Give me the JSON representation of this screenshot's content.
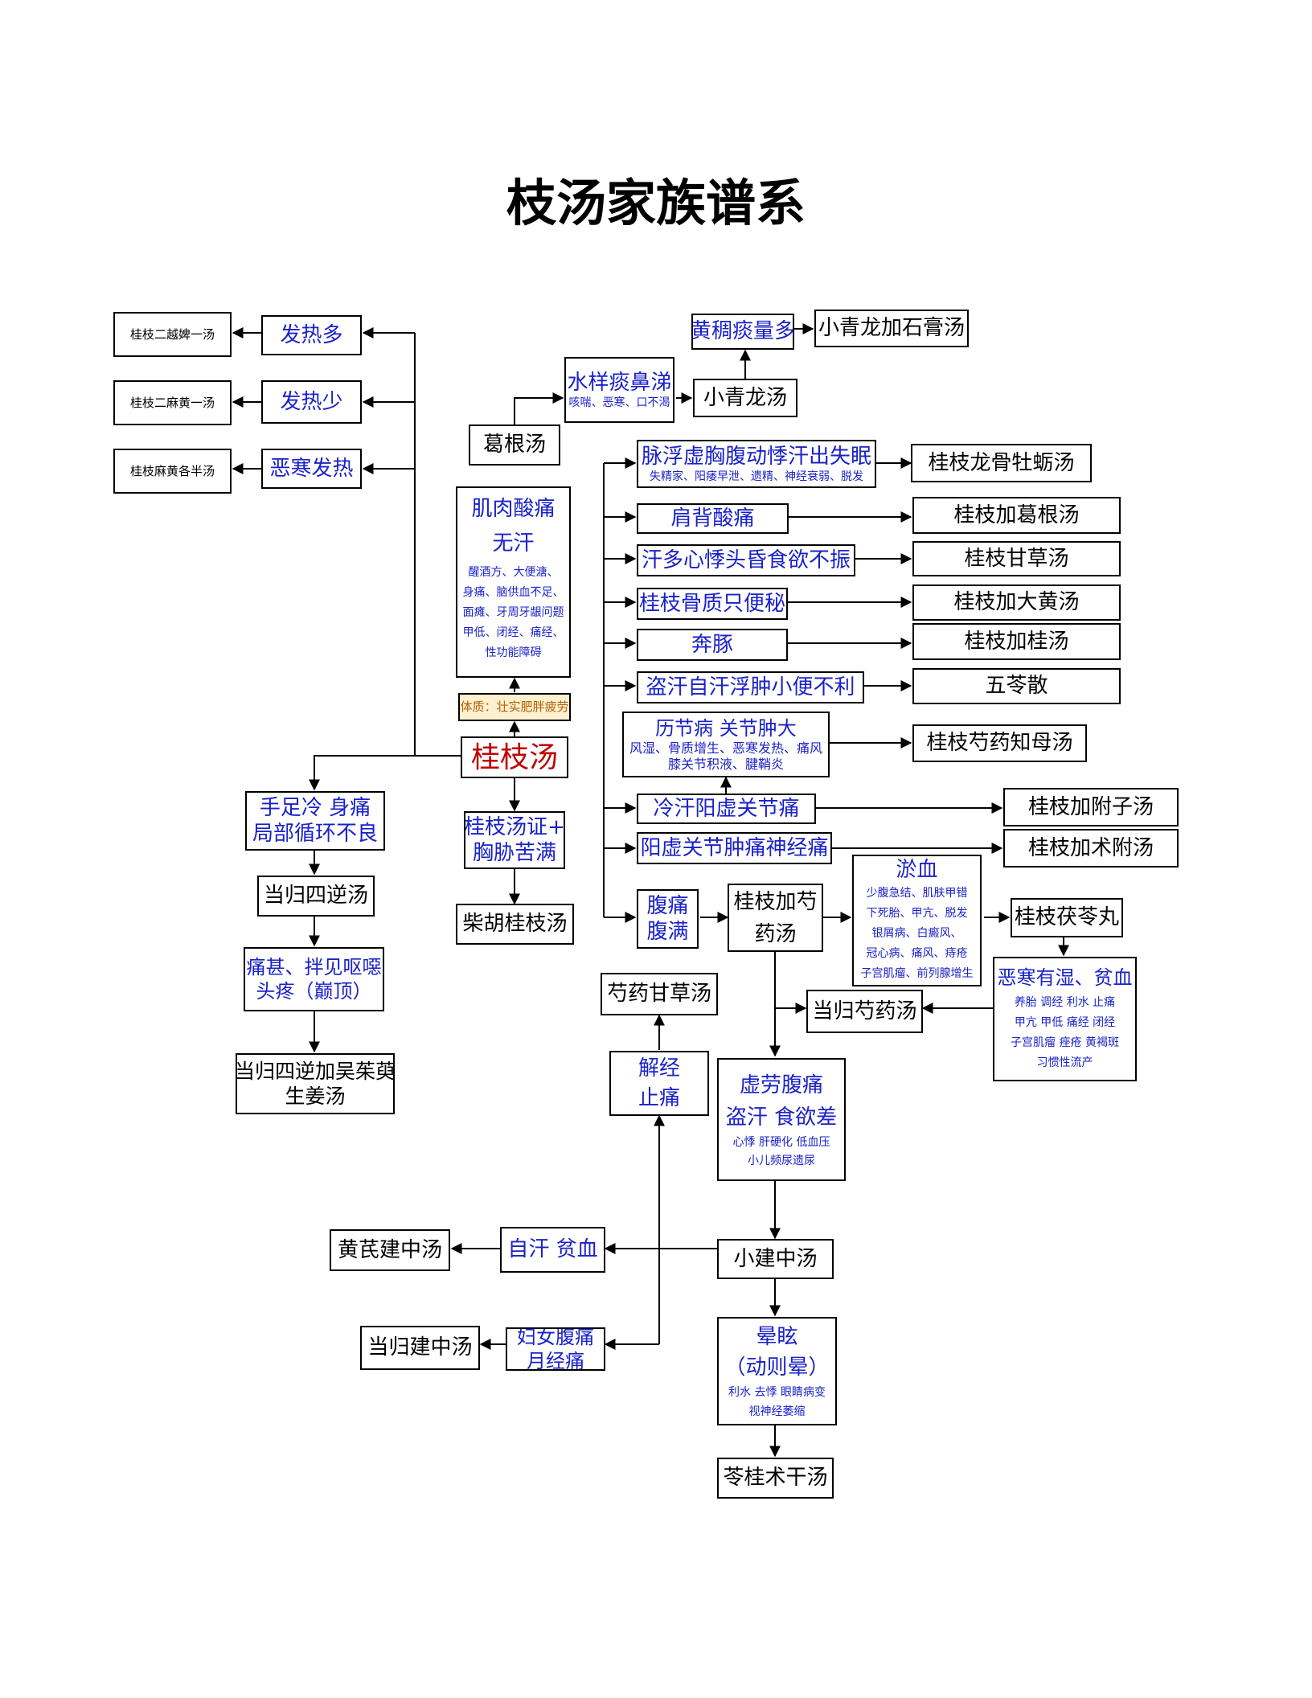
{
  "title": "枝汤家族谱系",
  "colors": {
    "line": "#000000",
    "symptom_text": "#1a22c8",
    "root_text": "#c00000",
    "note_text": "#b45f06",
    "note_bg": "#fdf1d0"
  },
  "nodes": {
    "guizhi_erhuai": {
      "lines": [
        "桂枝二越婢一汤"
      ]
    },
    "fare_duo": {
      "lines": [
        "发热多"
      ]
    },
    "guizhi_ermahuang": {
      "lines": [
        "桂枝二麻黄一汤"
      ]
    },
    "fare_shao": {
      "lines": [
        "发热少"
      ]
    },
    "guizhi_mahuang_geban": {
      "lines": [
        "桂枝麻黄各半汤"
      ]
    },
    "wuhan_fare": {
      "lines": [
        "恶寒发热"
      ]
    },
    "huangchou": {
      "lines": [
        "黄稠痰量多"
      ]
    },
    "xiaoqinglong_shigao": {
      "lines": [
        "小青龙加石膏汤"
      ]
    },
    "shuiyang": {
      "lines": [
        "水样痰鼻涕"
      ],
      "sub": [
        "咳喘、恶寒、口不渴"
      ]
    },
    "xiaoqinglong": {
      "lines": [
        "小青龙汤"
      ]
    },
    "gegen": {
      "lines": [
        "葛根汤"
      ]
    },
    "maifu": {
      "lines": [
        "脉浮虚胸腹动悸汗出失眠"
      ],
      "sub": [
        "失精家、阳痿早泄、遗精、神经衰弱、脱发"
      ]
    },
    "longgu": {
      "lines": [
        "桂枝龙骨牡蛎汤"
      ]
    },
    "jirou": {
      "lines": [
        "肌肉酸痛",
        "无汗"
      ],
      "sub": [
        "醒酒方、大便溏、",
        "身痛、脑供血不足、",
        "面瘫、牙周牙龈问题",
        "甲低、闭经、痛经、",
        "性功能障碍"
      ]
    },
    "jianbei": {
      "lines": [
        "肩背酸痛"
      ]
    },
    "jia_gegen": {
      "lines": [
        "桂枝加葛根汤"
      ]
    },
    "handuo": {
      "lines": [
        "汗多心悸头昏食欲不振"
      ]
    },
    "gancao": {
      "lines": [
        "桂枝甘草汤"
      ]
    },
    "guzhi": {
      "lines": [
        "桂枝骨质只便秘"
      ]
    },
    "dahuang": {
      "lines": [
        "桂枝加大黄汤"
      ]
    },
    "bentun": {
      "lines": [
        "奔豚"
      ]
    },
    "jiagui": {
      "lines": [
        "桂枝加桂汤"
      ]
    },
    "tizhi": {
      "lines": [
        "体质：壮实肥胖疲劳"
      ]
    },
    "daohan": {
      "lines": [
        "盗汗自汗浮肿小便不利"
      ]
    },
    "wuling": {
      "lines": [
        "五苓散"
      ]
    },
    "lijie": {
      "lines": [
        "历节病  关节肿大"
      ],
      "sub": [
        "风湿、骨质增生、恶寒发热、痛风",
        "膝关节积液、腱鞘炎"
      ]
    },
    "shaoyao_zhimu": {
      "lines": [
        "桂枝芍药知母汤"
      ]
    },
    "root": {
      "lines": [
        "桂枝汤"
      ]
    },
    "shouzu": {
      "lines": [
        "手足冷  身痛",
        "局部循环不良"
      ]
    },
    "zheng_xiong": {
      "lines": [
        "桂枝汤证+",
        "胸胁苦满"
      ]
    },
    "lenghan": {
      "lines": [
        "冷汗阳虚关节痛"
      ]
    },
    "fuzi": {
      "lines": [
        "桂枝加附子汤"
      ]
    },
    "yangxu": {
      "lines": [
        "阳虚关节肿痛神经痛"
      ]
    },
    "shufu": {
      "lines": [
        "桂枝加术附汤"
      ]
    },
    "danggui_sini": {
      "lines": [
        "当归四逆汤"
      ]
    },
    "yuxue": {
      "lines": [
        "淤血"
      ],
      "sub": [
        "少腹急结、肌肤甲错",
        "下死胎、甲亢、脱发",
        "银屑病、白癜风、",
        "冠心病、痛风、痔疮",
        "子宫肌瘤、前列腺增生"
      ]
    },
    "futong": {
      "lines": [
        "腹痛",
        "腹满"
      ]
    },
    "jia_shaoyao": {
      "lines": [
        "桂枝加芍",
        "药汤"
      ]
    },
    "fuling_wan": {
      "lines": [
        "桂枝茯苓丸"
      ]
    },
    "chai_hu": {
      "lines": [
        "柴胡桂枝汤"
      ]
    },
    "tongshen": {
      "lines": [
        "痛甚、拌见呕噁",
        "头疼（巅顶）"
      ]
    },
    "shaoyao_gancao": {
      "lines": [
        "芍药甘草汤"
      ]
    },
    "wuhan_youshi": {
      "lines": [
        "恶寒有湿、贫血"
      ],
      "sub": [
        "养胎 调经 利水 止痛",
        "甲亢 甲低 痛经 闭经",
        "子宫肌瘤 痤疮 黄褐斑",
        "习惯性流产"
      ]
    },
    "danggui_shaoyao": {
      "lines": [
        "当归芍药汤"
      ]
    },
    "wuzhuyu": {
      "lines": [
        "当归四逆加吴茱萸",
        "生姜汤"
      ]
    },
    "jiejing": {
      "lines": [
        "解经",
        "止痛"
      ]
    },
    "xulao": {
      "lines": [
        "虚劳腹痛",
        "盗汗  食欲差"
      ],
      "sub": [
        "心悸 肝硬化 低血压",
        "小儿频尿遗尿"
      ]
    },
    "huangqi": {
      "lines": [
        "黄芪建中汤"
      ]
    },
    "zihan": {
      "lines": [
        "自汗  贫血"
      ]
    },
    "xiaojianzhong": {
      "lines": [
        "小建中汤"
      ]
    },
    "dangguijianzhong": {
      "lines": [
        "当归建中汤"
      ]
    },
    "funv": {
      "lines": [
        "妇女腹痛",
        "月经痛"
      ]
    },
    "yunxuan": {
      "lines": [
        "晕眩",
        "（动则晕）"
      ],
      "sub": [
        "利水 去悸 眼睛病变",
        "视神经萎缩"
      ]
    },
    "linggui": {
      "lines": [
        "苓桂术干汤"
      ]
    }
  }
}
